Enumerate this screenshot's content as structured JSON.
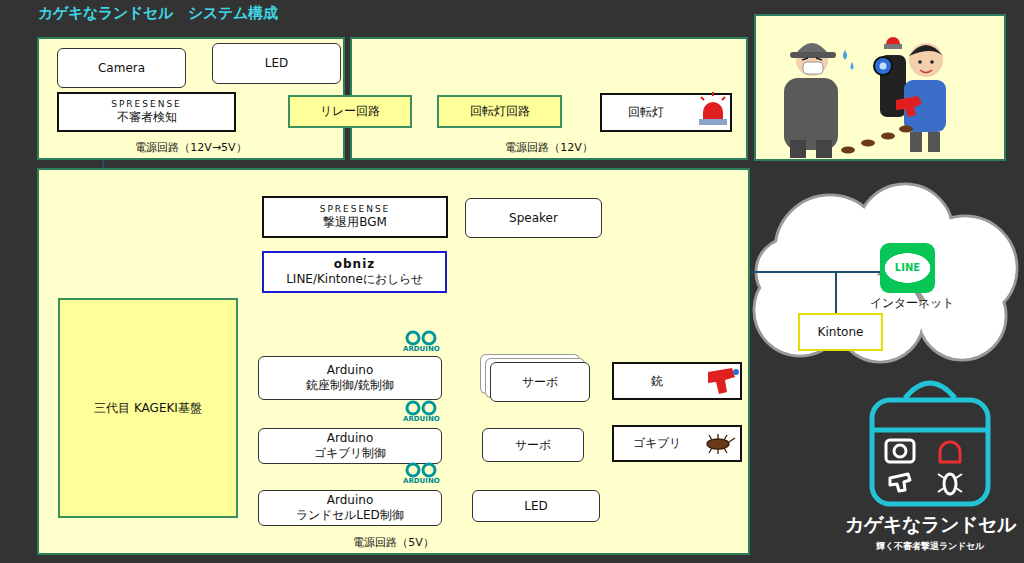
{
  "diagram": {
    "title": "カゲキなランドセル　システム構成",
    "nodes": [
      {
        "text": [
          "電源回路（12V→5V）"
        ]
      },
      {
        "text": [
          "Camera"
        ],
        "in": 0
      },
      {
        "text": [
          "LED"
        ],
        "in": 0
      },
      {
        "text": [
          "SPRESENSE",
          "不審者検知"
        ],
        "in": 0
      },
      {
        "text": [
          "電源回路（12V）"
        ]
      },
      {
        "text": [
          "リレー回路"
        ]
      },
      {
        "text": [
          "回転灯回路"
        ],
        "in": 4
      },
      {
        "text": [
          "回転灯"
        ],
        "in": 4
      },
      {
        "text": [
          "電源回路（5V）"
        ]
      },
      {
        "text": [
          "SPRESENSE",
          "撃退用BGM"
        ],
        "in": 8
      },
      {
        "text": [
          "Speaker"
        ],
        "in": 8
      },
      {
        "text": [
          "obniz",
          "LINE/Kintoneにおしらせ"
        ],
        "in": 8
      },
      {
        "text": [
          "三代目 KAGEKI基盤"
        ],
        "in": 8
      },
      {
        "text": [
          "Arduino",
          "銃座制御/銃制御"
        ],
        "in": 8
      },
      {
        "text": [
          "サーボ"
        ],
        "in": 8
      },
      {
        "text": [
          "銃"
        ],
        "in": 8
      },
      {
        "text": [
          "Arduino",
          "ゴキブリ制御"
        ],
        "in": 8
      },
      {
        "text": [
          "サーボ"
        ],
        "in": 8
      },
      {
        "text": [
          "ゴキブリ"
        ],
        "in": 8
      },
      {
        "text": [
          "Arduino",
          "ランドセルLED制御"
        ],
        "in": 8
      },
      {
        "text": [
          "LED"
        ],
        "in": 8
      },
      {
        "text": [
          "インターネット"
        ]
      },
      {
        "text": [
          "LINE"
        ],
        "in": 21
      },
      {
        "text": [
          "Kintone"
        ],
        "in": 21
      }
    ],
    "edges": [
      {
        "from": 3,
        "to": 5,
        "arrow": "none"
      },
      {
        "from": 5,
        "to": 6,
        "arrow": "none"
      },
      {
        "from": 6,
        "to": 7,
        "arrow": "none"
      },
      {
        "from": 3,
        "to": 12,
        "arrow": "none"
      },
      {
        "from": 9,
        "to": 10,
        "arrow": "none"
      },
      {
        "from": 12,
        "to": 9,
        "arrow": "none"
      },
      {
        "from": 12,
        "to": 11,
        "arrow": "none"
      },
      {
        "from": 11,
        "to": 22,
        "arrow": "none"
      },
      {
        "from": 11,
        "to": 23,
        "arrow": "none"
      },
      {
        "from": 12,
        "to": 13,
        "arrow": "none"
      },
      {
        "from": 12,
        "to": 16,
        "arrow": "none"
      },
      {
        "from": 12,
        "to": 19,
        "arrow": "none"
      },
      {
        "from": 13,
        "to": 16,
        "arrow": "none"
      },
      {
        "from": 13,
        "to": 14,
        "arrow": "none"
      },
      {
        "from": 14,
        "to": 15,
        "arrow": "none"
      },
      {
        "from": 16,
        "to": 17,
        "arrow": "none"
      },
      {
        "from": 17,
        "to": 18,
        "arrow": "none"
      },
      {
        "from": 19,
        "to": 20,
        "arrow": "none"
      }
    ],
    "labels": [
      "ARDUINO",
      "ARDUINO",
      "ARDUINO",
      "カゲキなランドセル",
      "輝く不審者撃退ランドセル"
    ]
  }
}
